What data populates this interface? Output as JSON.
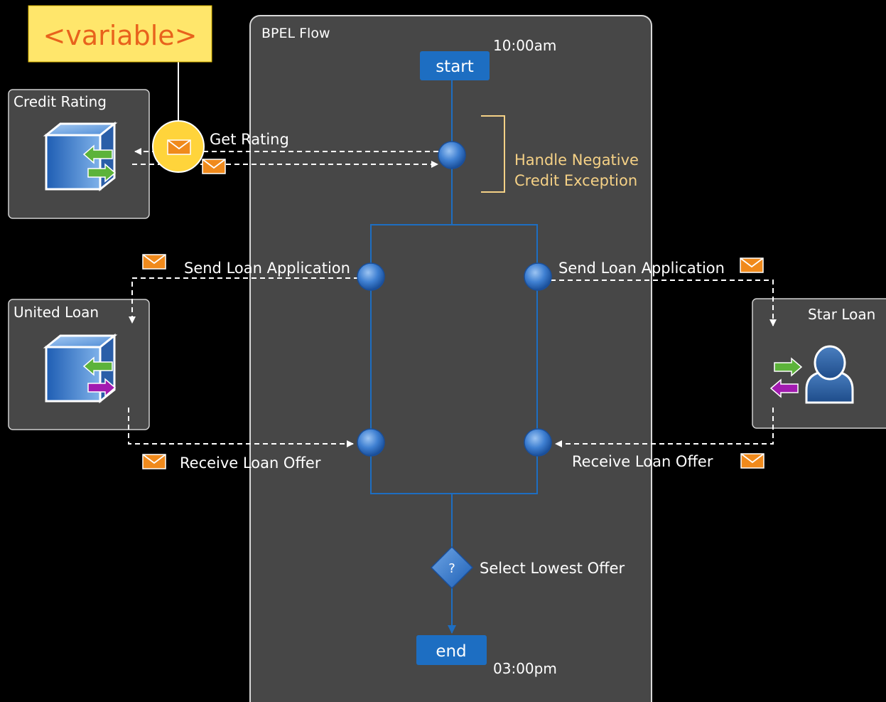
{
  "variable_label": "<variable>",
  "flow_title": "BPEL Flow",
  "start_label": "start",
  "end_label": "end",
  "start_time": "10:00am",
  "end_time": "03:00pm",
  "exception_label": [
    "Handle Negative",
    "Credit Exception"
  ],
  "decision_label": "Select Lowest Offer",
  "decision_symbol": "?",
  "services": {
    "credit_rating": "Credit Rating",
    "united_loan": "United Loan",
    "star_loan": "Star Loan"
  },
  "messages": {
    "get_rating": "Get Rating",
    "send_loan_left": "Send Loan Application",
    "send_loan_right": "Send Loan Application",
    "receive_offer_left": "Receive Loan Offer",
    "receive_offer_right": "Receive Loan Offer"
  },
  "icons": [
    "cube-service-icon",
    "person-service-icon",
    "envelope-icon",
    "green-arrow-icon",
    "purple-arrow-icon",
    "activity-node-icon",
    "decision-diamond-icon"
  ],
  "colors": {
    "background": "#000000",
    "panel": "#474747",
    "variable_fill": "#FFE66B",
    "variable_text": "#E8621C",
    "flow_line": "#2D7CD0",
    "node_blue": "#1D6EC2",
    "exception_text": "#F5D186",
    "envelope": "#F08A1C",
    "green_arrow": "#5CB33A",
    "purple_arrow": "#A21BB0"
  }
}
